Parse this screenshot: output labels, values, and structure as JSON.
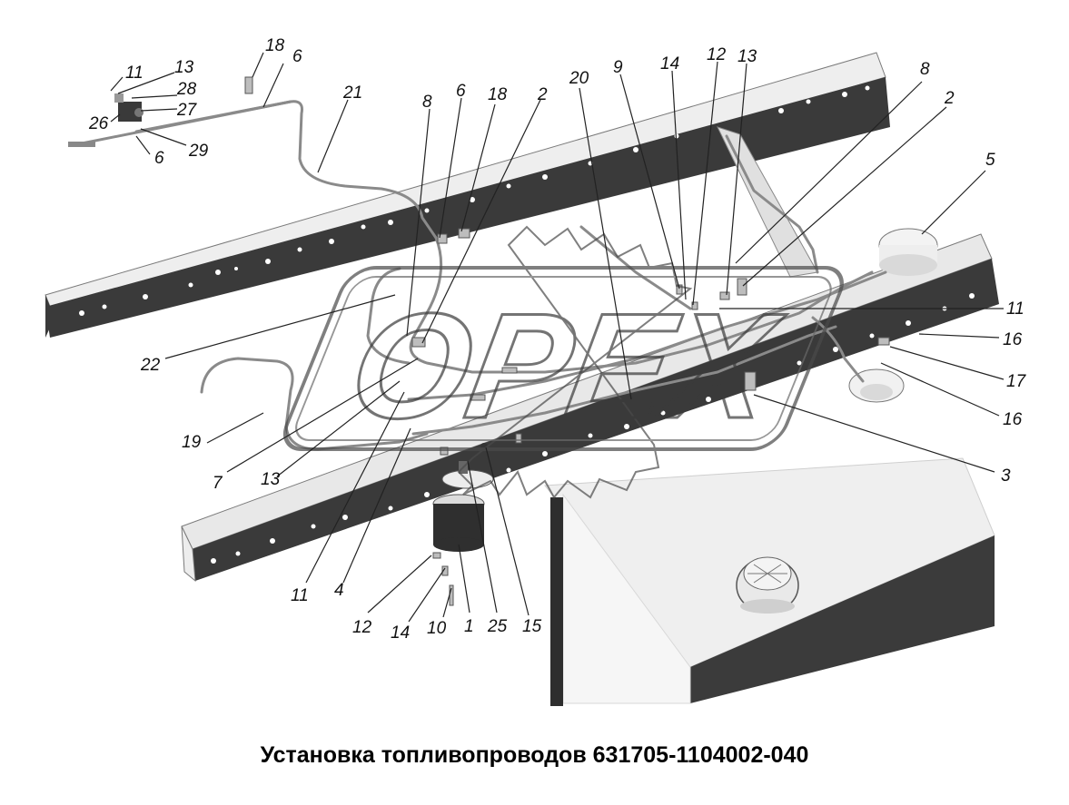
{
  "caption": "Установка топливопроводов 631705-1104002-040",
  "watermark": "OPEX",
  "colors": {
    "frame_dark": "#3a3a3a",
    "frame_light": "#e6e6e6",
    "tank_light": "#efefef",
    "tank_dark": "#3b3b3b",
    "pipe": "#8a8a8a",
    "leader": "#222222",
    "watermark": "#5a5a5a"
  },
  "callouts": [
    {
      "id": "c11a",
      "text": "11"
    },
    {
      "id": "c13a",
      "text": "13"
    },
    {
      "id": "c28",
      "text": "28"
    },
    {
      "id": "c27",
      "text": "27"
    },
    {
      "id": "c26",
      "text": "26"
    },
    {
      "id": "c29",
      "text": "29"
    },
    {
      "id": "c6a",
      "text": "6"
    },
    {
      "id": "c18a",
      "text": "18"
    },
    {
      "id": "c6b",
      "text": "6"
    },
    {
      "id": "c21",
      "text": "21"
    },
    {
      "id": "c8a",
      "text": "8"
    },
    {
      "id": "c6c",
      "text": "6"
    },
    {
      "id": "c18b",
      "text": "18"
    },
    {
      "id": "c2a",
      "text": "2"
    },
    {
      "id": "c20",
      "text": "20"
    },
    {
      "id": "c9",
      "text": "9"
    },
    {
      "id": "c14a",
      "text": "14"
    },
    {
      "id": "c12a",
      "text": "12"
    },
    {
      "id": "c13b",
      "text": "13"
    },
    {
      "id": "c8b",
      "text": "8"
    },
    {
      "id": "c2b",
      "text": "2"
    },
    {
      "id": "c5",
      "text": "5"
    },
    {
      "id": "c11b",
      "text": "11"
    },
    {
      "id": "c16a",
      "text": "16"
    },
    {
      "id": "c17",
      "text": "17"
    },
    {
      "id": "c16b",
      "text": "16"
    },
    {
      "id": "c3",
      "text": "3"
    },
    {
      "id": "c22",
      "text": "22"
    },
    {
      "id": "c19",
      "text": "19"
    },
    {
      "id": "c7",
      "text": "7"
    },
    {
      "id": "c13c",
      "text": "13"
    },
    {
      "id": "c11c",
      "text": "11"
    },
    {
      "id": "c4",
      "text": "4"
    },
    {
      "id": "c12b",
      "text": "12"
    },
    {
      "id": "c14b",
      "text": "14"
    },
    {
      "id": "c10",
      "text": "10"
    },
    {
      "id": "c1",
      "text": "1"
    },
    {
      "id": "c25",
      "text": "25"
    },
    {
      "id": "c15",
      "text": "15"
    }
  ]
}
